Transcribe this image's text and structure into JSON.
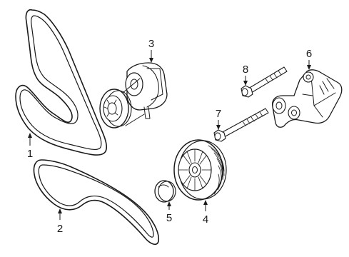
{
  "diagram": {
    "parts": [
      {
        "id": "belt-1",
        "callout": "1"
      },
      {
        "id": "belt-2",
        "callout": "2"
      },
      {
        "id": "tensioner",
        "callout": "3"
      },
      {
        "id": "idler-pulley",
        "callout": "4"
      },
      {
        "id": "dust-cap",
        "callout": "5"
      },
      {
        "id": "bracket",
        "callout": "6"
      },
      {
        "id": "long-bolt",
        "callout": "7"
      },
      {
        "id": "bolt",
        "callout": "8"
      }
    ],
    "colors": {
      "ink": "#1a1a1a",
      "background": "#ffffff"
    }
  }
}
